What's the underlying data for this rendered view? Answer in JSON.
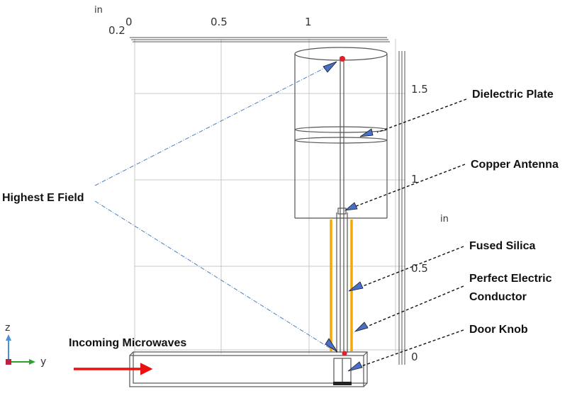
{
  "axes": {
    "top_unit": "in",
    "top_ticks": [
      "0",
      "0.5",
      "1"
    ],
    "top_left_tick": "0.2",
    "right_unit": "in",
    "right_ticks": [
      "1.5",
      "1",
      "0.5",
      "0"
    ]
  },
  "callouts": {
    "dielectric_plate": "Dielectric Plate",
    "copper_antenna": "Copper Antenna",
    "fused_silica": "Fused Silica",
    "perfect_electric_line1": "Perfect Electric",
    "perfect_electric_line2": "Conductor",
    "door_knob": "Door Knob",
    "highest_e_field": "Highest E Field",
    "incoming_microwaves": "Incoming Microwaves"
  },
  "triad": {
    "z_label": "z",
    "y_label": "y"
  },
  "colors": {
    "grid": "#c8c8c8",
    "outline": "#555555",
    "silica": "#f5a800",
    "arrow_fill": "#4a6fc8",
    "hot_point": "#e0202a",
    "microwave_arrow": "#e81010",
    "field_line": "#4a7fc0",
    "triad_z": "#4a8fd8",
    "triad_y": "#30a030",
    "triad_origin": "#c02040"
  }
}
